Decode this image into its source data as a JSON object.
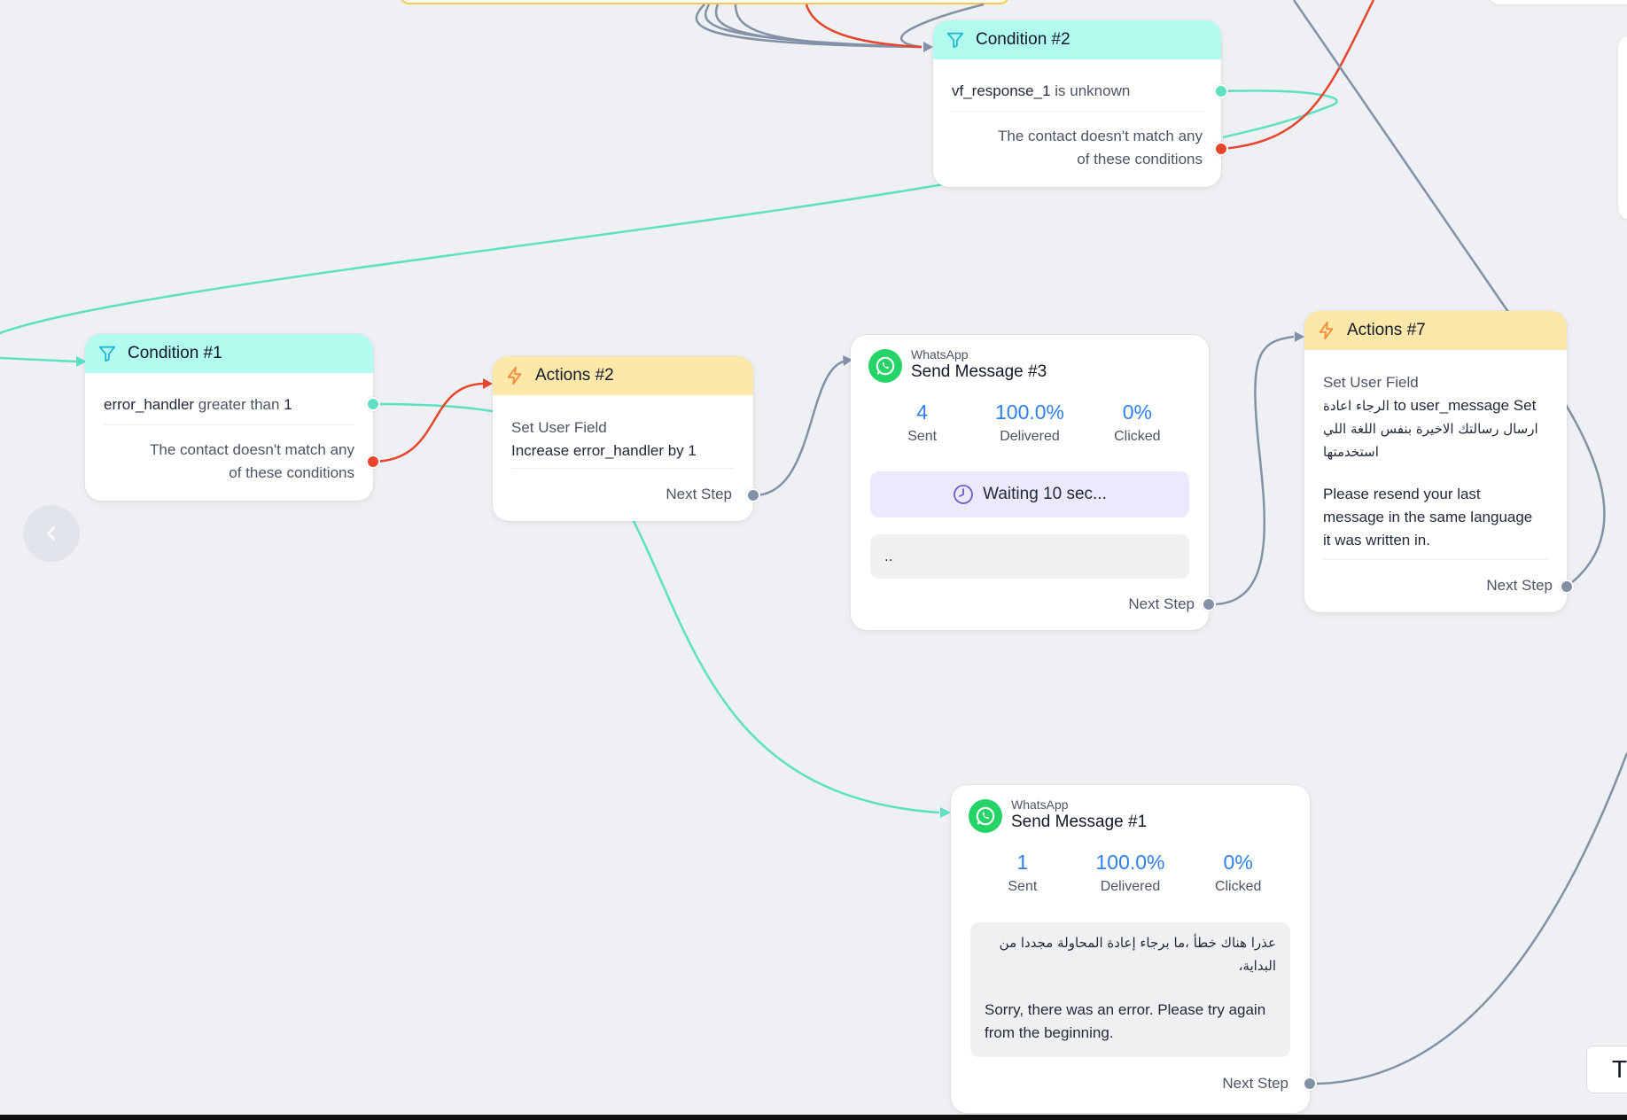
{
  "condition2": {
    "title": "Condition #2",
    "field": "vf_response_1",
    "operator": "is unknown",
    "fallback_line1": "The contact doesn't match any",
    "fallback_line2": "of these conditions"
  },
  "condition1": {
    "title": "Condition #1",
    "field": "error_handler",
    "operator": "greater than",
    "value": "1",
    "fallback_line1": "The contact doesn't match any",
    "fallback_line2": "of these conditions"
  },
  "actions2": {
    "title": "Actions #2",
    "action_label": "Set User Field",
    "action_detail": "Increase error_handler by 1",
    "next_step": "Next Step"
  },
  "send3": {
    "channel": "WhatsApp",
    "title": "Send Message #3",
    "stats": [
      {
        "value": "4",
        "label": "Sent"
      },
      {
        "value": "100.0%",
        "label": "Delivered"
      },
      {
        "value": "0%",
        "label": "Clicked"
      }
    ],
    "wait": "Waiting 10 sec...",
    "message": "..",
    "next_step": "Next Step"
  },
  "actions7": {
    "title": "Actions #7",
    "action_label": "Set User Field",
    "arabic_value": "الرجاء اعادة",
    "to_text": "to user_message Set",
    "arabic_line2": "ارسال رسالتك الاخيرة بنفس اللغة اللي",
    "arabic_line3": "استخدمتها",
    "english_text": "Please resend your last message in the same language it was written in.",
    "next_step": "Next Step"
  },
  "send1": {
    "channel": "WhatsApp",
    "title": "Send Message #1",
    "stats": [
      {
        "value": "1",
        "label": "Sent"
      },
      {
        "value": "100.0%",
        "label": "Delivered"
      },
      {
        "value": "0%",
        "label": "Clicked"
      }
    ],
    "arabic_message": "عذرا هناك خطأ ،ما برجاء إعادة المحاولة مجددا من البداية،",
    "english_message": "Sorry, there was an error. Please try again from the beginning.",
    "next_step": "Next Step"
  },
  "corner_button": {
    "label": "Tr"
  },
  "colors": {
    "green_edge": "#5fe0c0",
    "red_edge": "#e8452f",
    "gray_edge": "#8391a7",
    "condition_header": "#b2fbef",
    "actions_header": "#fee8a9",
    "stat_blue": "#2f80ed",
    "whatsapp_green": "#25d366"
  }
}
